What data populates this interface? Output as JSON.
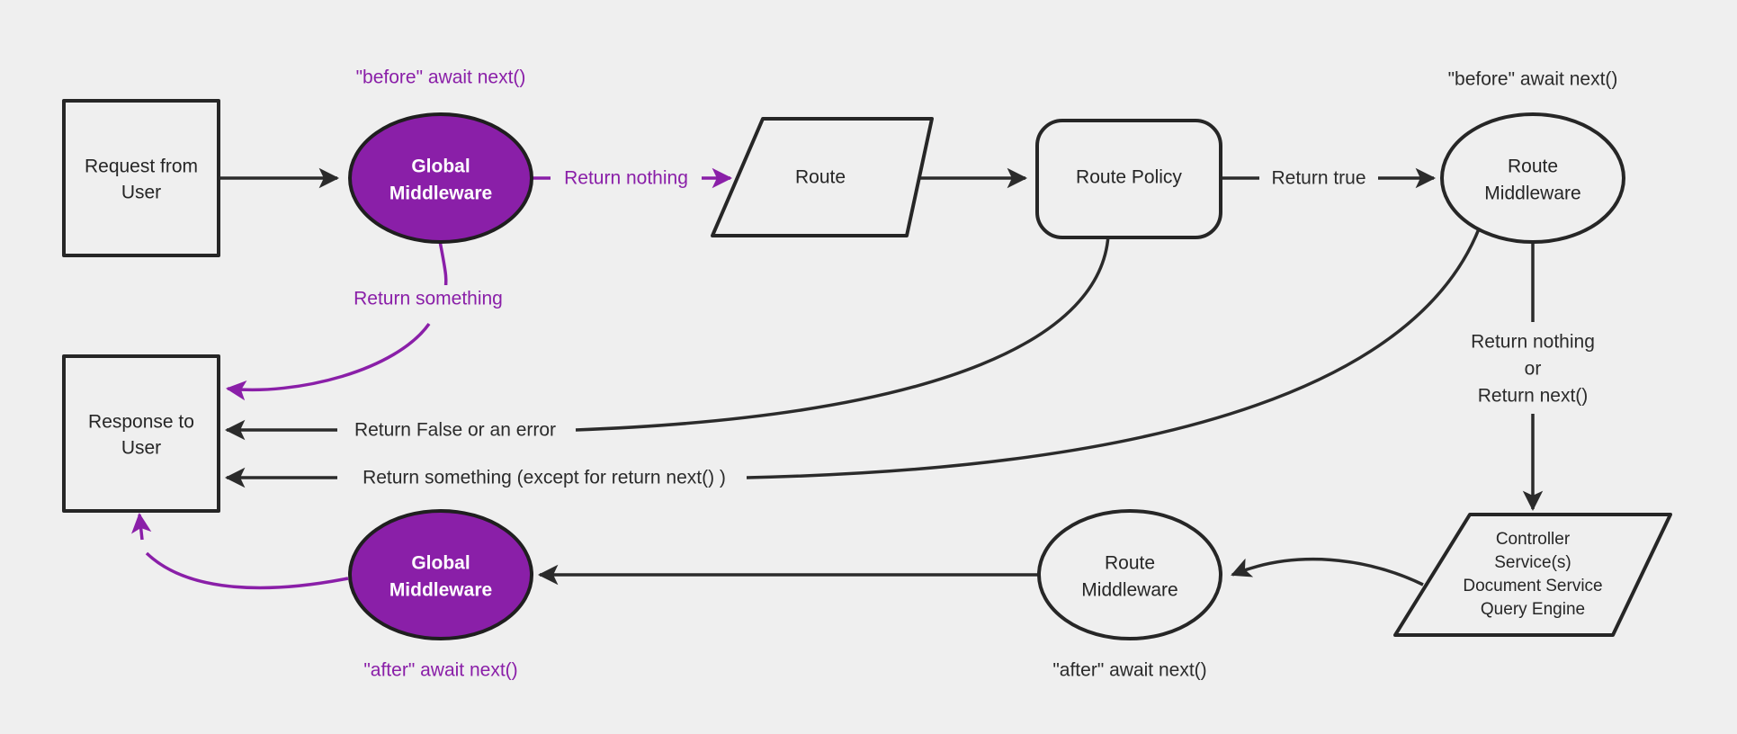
{
  "diagram": {
    "title": "Middleware request/response flow",
    "background_color": "#efefef",
    "accent_color": "#8a1fa8",
    "line_color": "#2b2b2b",
    "nodes": {
      "request_from_user": {
        "line1": "Request from",
        "line2": "User",
        "shape": "rectangle"
      },
      "global_middleware_top": {
        "line1": "Global",
        "line2": "Middleware",
        "shape": "ellipse",
        "fill": "#8a1fa8"
      },
      "route": {
        "line1": "Route",
        "shape": "parallelogram"
      },
      "route_policy": {
        "line1": "Route Policy",
        "shape": "rounded-rectangle"
      },
      "route_middleware_top": {
        "line1": "Route",
        "line2": "Middleware",
        "shape": "ellipse"
      },
      "controller_services": {
        "line1": "Controller",
        "line2": "Service(s)",
        "line3": "Document Service",
        "line4": "Query Engine",
        "shape": "parallelogram"
      },
      "route_middleware_bottom": {
        "line1": "Route",
        "line2": "Middleware",
        "shape": "ellipse"
      },
      "global_middleware_bottom": {
        "line1": "Global",
        "line2": "Middleware",
        "shape": "ellipse",
        "fill": "#8a1fa8"
      },
      "response_to_user": {
        "line1": "Response to",
        "line2": "User",
        "shape": "rectangle"
      }
    },
    "annotations": {
      "before_await_next_global": "\"before\" await next()",
      "before_await_next_route": "\"before\" await next()",
      "after_await_next_global": "\"after\" await next()",
      "after_await_next_route": "\"after\" await next()"
    },
    "edge_labels": {
      "return_nothing": "Return nothing",
      "return_something": "Return something",
      "return_true": "Return true",
      "return_false_or_error": "Return False or an error",
      "return_something_except_next": "Return something (except for return next() )",
      "return_nothing_or_next_line1": "Return nothing",
      "return_nothing_or_next_line2": "or",
      "return_nothing_or_next_line3": "Return next()"
    }
  }
}
